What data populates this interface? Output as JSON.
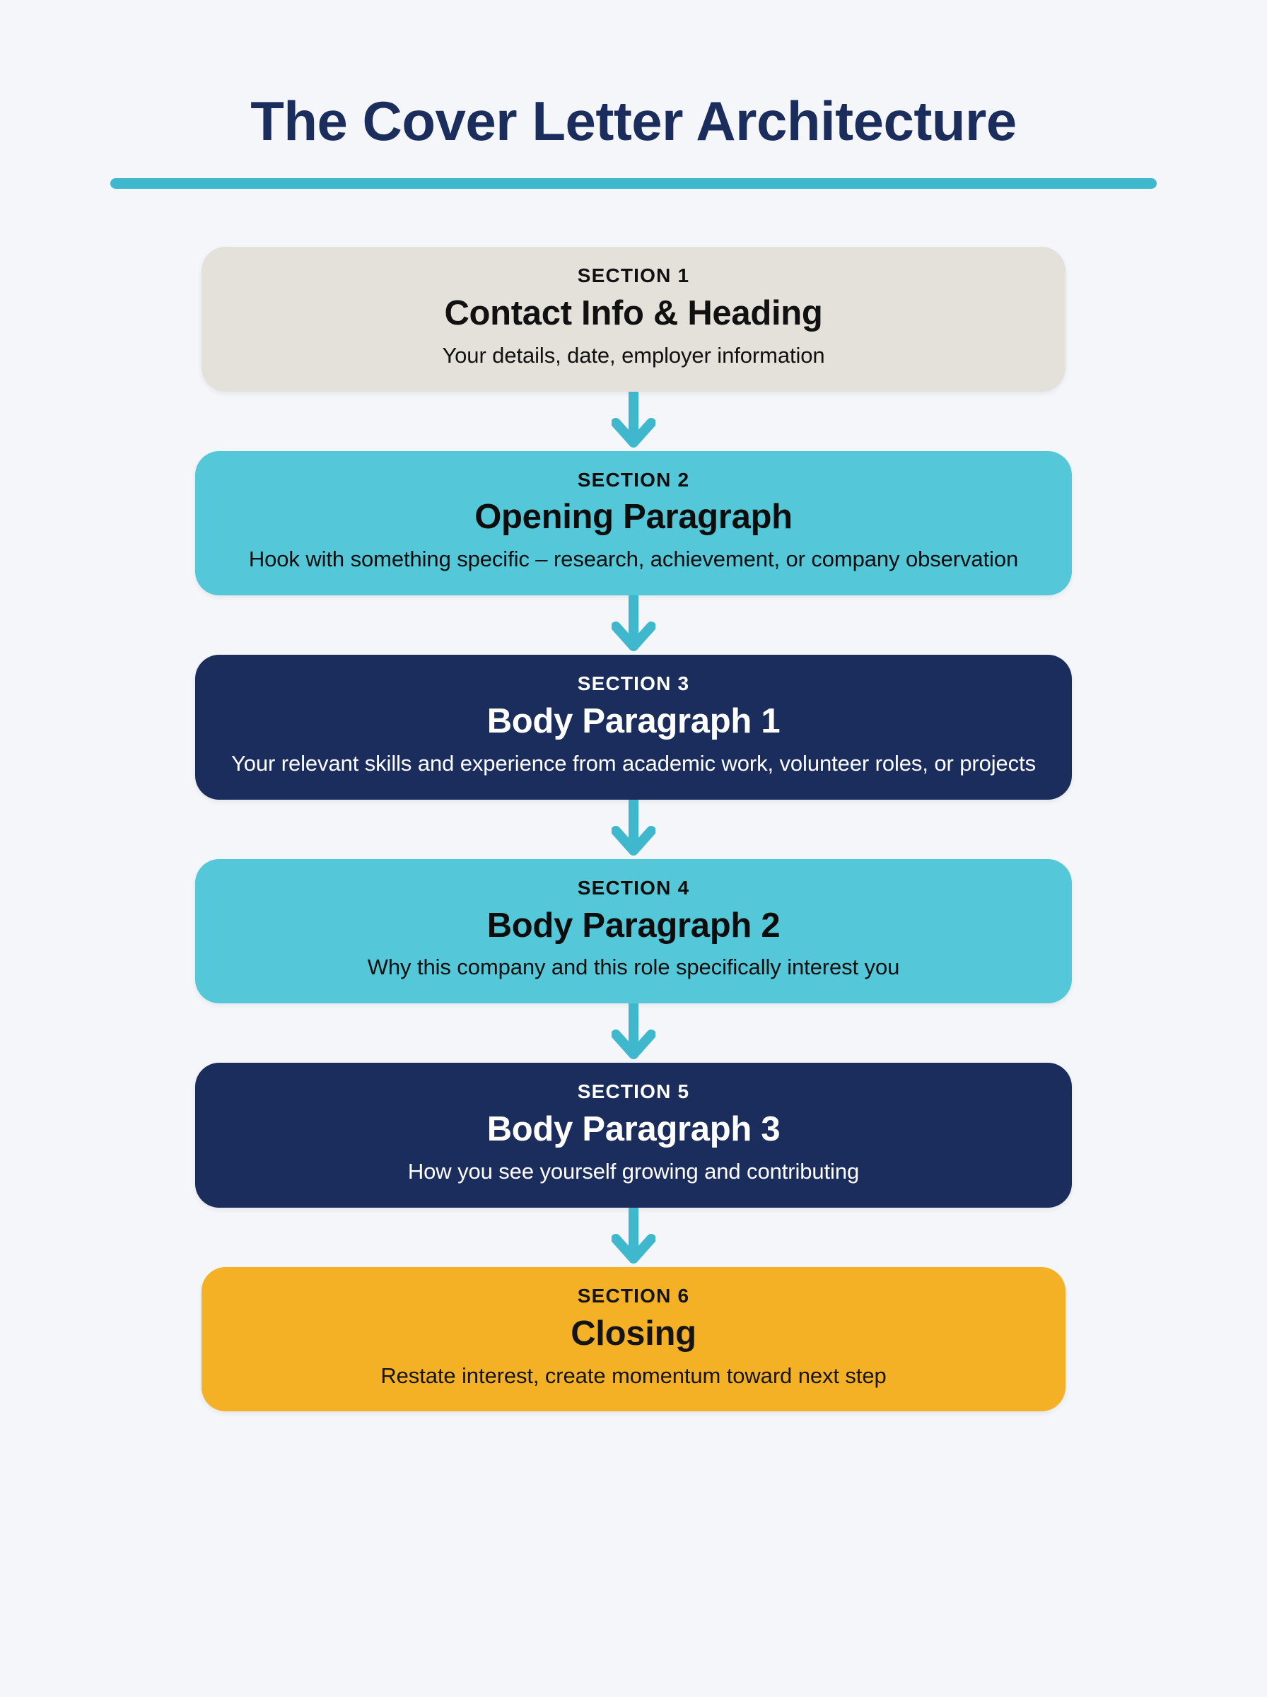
{
  "header": {
    "title": "The Cover Letter Architecture",
    "rule_color": "#3fb8cd"
  },
  "colors": {
    "page_background": "#f4f6f9",
    "navy": "#1b2d5c",
    "teal": "#54c8d8",
    "amber": "#f5b125",
    "neutral": "#e4e1da",
    "arrow": "#3fb8cd"
  },
  "flow": {
    "arrow_icon": "arrow-down-icon",
    "sections": [
      {
        "eyebrow": "SECTION 1",
        "title": "Contact Info & Heading",
        "description": "Your details, date, employer information",
        "theme": "neutral"
      },
      {
        "eyebrow": "SECTION 2",
        "title": "Opening Paragraph",
        "description": "Hook with something specific – research, achievement, or company observation",
        "theme": "teal"
      },
      {
        "eyebrow": "SECTION 3",
        "title": "Body Paragraph 1",
        "description": "Your relevant skills and experience from academic work, volunteer roles, or projects",
        "theme": "navy"
      },
      {
        "eyebrow": "SECTION 4",
        "title": "Body Paragraph 2",
        "description": "Why this company and this role specifically interest you",
        "theme": "teal"
      },
      {
        "eyebrow": "SECTION 5",
        "title": "Body Paragraph 3",
        "description": "How you see yourself growing and contributing",
        "theme": "navy"
      },
      {
        "eyebrow": "SECTION 6",
        "title": "Closing",
        "description": "Restate interest, create momentum toward next step",
        "theme": "amber"
      }
    ]
  }
}
